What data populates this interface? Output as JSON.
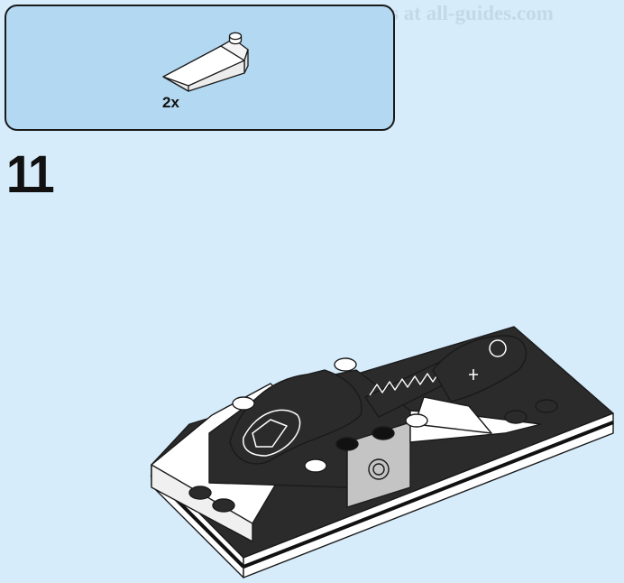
{
  "watermark": "All manuals and user guides at all-guides.com",
  "parts_callout": {
    "items": [
      {
        "icon": "white-slope-brick-icon",
        "quantity": "2x"
      }
    ]
  },
  "step": {
    "number": "11"
  },
  "model": {
    "icon": "assembly-model-illustration"
  },
  "colors": {
    "page_background": "#d6ecfb",
    "callout_background": "#b3d8f2",
    "outline": "#1a1a1a",
    "dark_brick": "#2b2b2b",
    "white_brick": "#ffffff",
    "gray_brick": "#c4c4c4"
  }
}
